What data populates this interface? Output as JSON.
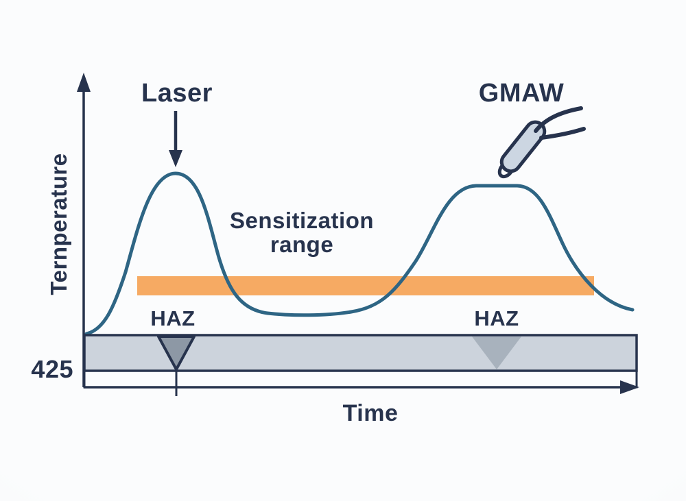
{
  "labels": {
    "laser": "Laser",
    "gmaw": "GMAW",
    "y_axis": "Ternperature",
    "x_axis": "Time",
    "sensitization_line1": "Sensitization",
    "sensitization_line2": "range",
    "haz_left": "HAZ",
    "haz_right": "HAZ",
    "threshold": "425"
  },
  "colors": {
    "ink": "#27334d",
    "curve": "#2e6584",
    "band": "#f6aa63",
    "bar_fill": "#ccd3dc",
    "plate_gap": "#fbfcfd",
    "triangle_left": "#8d98a5",
    "triangle_right": "#a8b2bd",
    "torch_fill": "#ccd6e2",
    "background": "#f8f9fa"
  },
  "chart_data": {
    "type": "line",
    "title": "Thermal cycles of Laser vs GMAW welding",
    "xlabel": "Time",
    "ylabel": "Ternperature",
    "threshold_value": 425,
    "annotations": [
      "Laser",
      "GMAW",
      "Sensitization range",
      "HAZ",
      "HAZ",
      "425"
    ],
    "series": [
      {
        "name": "temperature-profile",
        "description": "single curve: sharp narrow Laser peak followed by broad flat-topped GMAW peak",
        "x": [
          0,
          3,
          17,
          33,
          50,
          61,
          71,
          87,
          100
        ],
        "y_relative": [
          0.02,
          0.08,
          0.95,
          0.12,
          0.11,
          0.45,
          0.88,
          0.88,
          0.13
        ]
      }
    ],
    "band": {
      "name": "Sensitization range",
      "orientation": "horizontal",
      "y_relative": [
        0.22,
        0.31
      ]
    }
  }
}
